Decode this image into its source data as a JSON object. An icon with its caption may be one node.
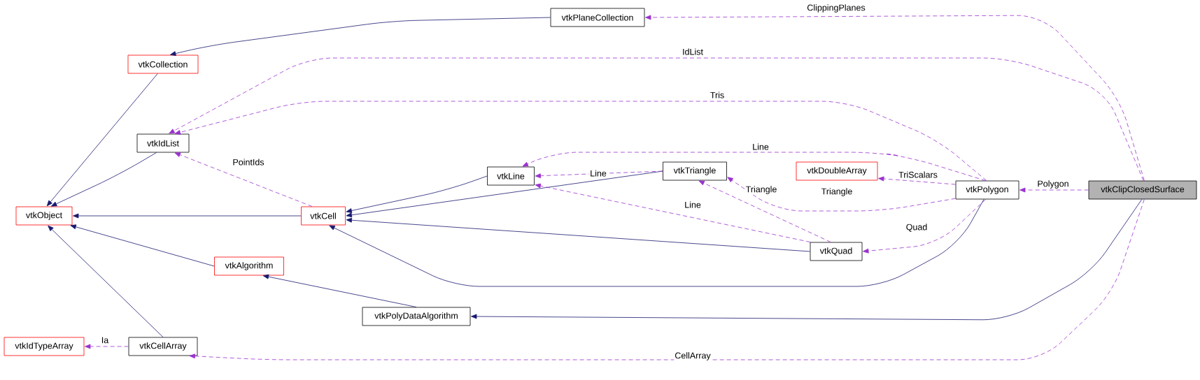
{
  "diagram": {
    "nodes": [
      {
        "text": [
          "vtkPlaneCollection"
        ]
      },
      {
        "text": [
          "vtkCollection"
        ]
      },
      {
        "text": [
          "vtkIdList"
        ]
      },
      {
        "text": [
          "vtkObject"
        ]
      },
      {
        "text": [
          "vtkLine"
        ]
      },
      {
        "text": [
          "vtkTriangle"
        ]
      },
      {
        "text": [
          "vtkDoubleArray"
        ]
      },
      {
        "text": [
          "vtkCell"
        ]
      },
      {
        "text": [
          "vtkPolygon"
        ]
      },
      {
        "text": [
          "vtkClipClosedSurface"
        ]
      },
      {
        "text": [
          "vtkQuad"
        ]
      },
      {
        "text": [
          "vtkAlgorithm"
        ]
      },
      {
        "text": [
          "vtkPolyDataAlgorithm"
        ]
      },
      {
        "text": [
          "vtkIdTypeArray"
        ]
      },
      {
        "text": [
          "vtkCellArray"
        ]
      }
    ],
    "edges": [
      {
        "from": 0,
        "to": 1,
        "arrow": "to",
        "color": "#191970"
      },
      {
        "from": 1,
        "to": 3,
        "arrow": "to",
        "color": "#191970"
      },
      {
        "from": 2,
        "to": 3,
        "arrow": "to",
        "color": "#191970"
      },
      {
        "from": 7,
        "to": 3,
        "arrow": "to",
        "color": "#191970"
      },
      {
        "from": 11,
        "to": 3,
        "arrow": "to",
        "color": "#191970"
      },
      {
        "from": 14,
        "to": 3,
        "arrow": "to",
        "color": "#191970"
      },
      {
        "from": 4,
        "to": 7,
        "arrow": "to",
        "color": "#191970"
      },
      {
        "from": 5,
        "to": 7,
        "arrow": "to",
        "color": "#191970"
      },
      {
        "from": 10,
        "to": 7,
        "arrow": "to",
        "color": "#191970"
      },
      {
        "from": 8,
        "to": 7,
        "arrow": "to",
        "color": "#191970"
      },
      {
        "from": 12,
        "to": 11,
        "arrow": "to",
        "color": "#191970"
      },
      {
        "from": 9,
        "to": 12,
        "arrow": "to",
        "color": "#191970"
      },
      {
        "from": 9,
        "to": 0,
        "arrow": "to",
        "style": "dashed",
        "label": "ClippingPlanes"
      },
      {
        "from": 9,
        "to": 2,
        "arrow": "to",
        "style": "dashed",
        "label": "IdList"
      },
      {
        "from": 8,
        "to": 2,
        "arrow": "to",
        "style": "dashed",
        "label": "Tris"
      },
      {
        "from": 7,
        "to": 2,
        "arrow": "to",
        "style": "dashed",
        "label": "PointIds"
      },
      {
        "from": 8,
        "to": 4,
        "arrow": "to",
        "style": "dashed",
        "label": "Line"
      },
      {
        "from": 5,
        "to": 4,
        "arrow": "to",
        "style": "dashed",
        "label": "Line"
      },
      {
        "from": 10,
        "to": 4,
        "arrow": "to",
        "style": "dashed",
        "label": "Line"
      },
      {
        "from": 10,
        "to": 5,
        "arrow": "to",
        "style": "dashed",
        "label": "Triangle"
      },
      {
        "from": 8,
        "to": 5,
        "arrow": "to",
        "style": "dashed",
        "label": "Triangle"
      },
      {
        "from": 8,
        "to": 6,
        "arrow": "to",
        "style": "dashed",
        "label": "TriScalars"
      },
      {
        "from": 8,
        "to": 10,
        "arrow": "to",
        "style": "dashed",
        "label": "Quad"
      },
      {
        "from": 9,
        "to": 8,
        "arrow": "to",
        "style": "dashed",
        "label": "Polygon"
      },
      {
        "from": 14,
        "to": 13,
        "arrow": "to",
        "style": "dashed",
        "label": "Ia"
      },
      {
        "from": 9,
        "to": 14,
        "arrow": "to",
        "style": "dashed",
        "label": "CellArray"
      }
    ]
  }
}
